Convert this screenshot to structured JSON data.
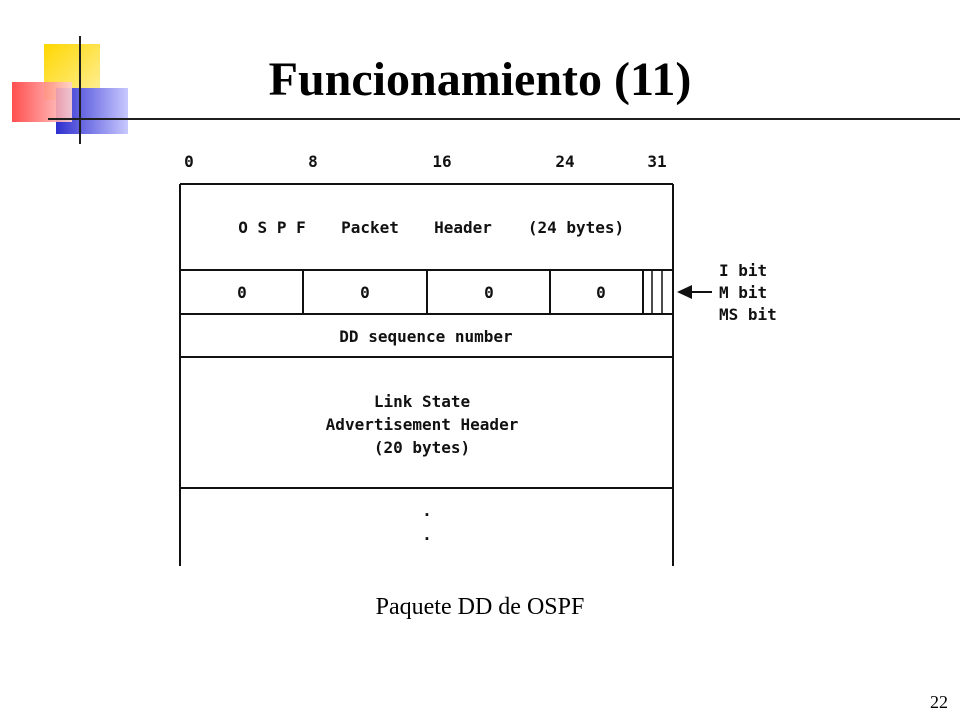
{
  "slide": {
    "title": "Funcionamiento (11)",
    "caption": "Paquete DD de OSPF",
    "page_number": "22"
  },
  "diagram": {
    "bit_positions": [
      "0",
      "8",
      "16",
      "24",
      "31"
    ],
    "header_row": [
      "O S P F",
      "Packet",
      "Header",
      "(24 bytes)"
    ],
    "fields": [
      "0",
      "0",
      "0",
      "0"
    ],
    "sequence_label": "DD sequence number",
    "lsa_header": [
      "Link State",
      "Advertisement Header",
      "(20 bytes)"
    ],
    "flag_bits": [
      "I bit",
      "M bit",
      "MS bit"
    ],
    "ellipsis": ".",
    "colors": {
      "logo_yellow": "#f5d300",
      "logo_blue": "#3b3bd6",
      "logo_red": "#f0484b",
      "lines": "#111111"
    }
  }
}
